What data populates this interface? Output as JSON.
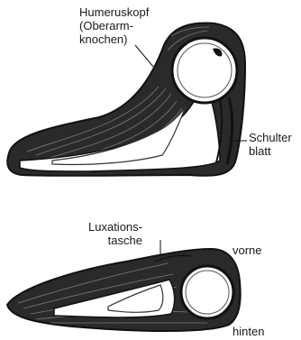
{
  "labels": {
    "humeruskopf": [
      "Humeruskopf",
      "(Oberarm-",
      "knochen)"
    ],
    "schulterblatt": [
      "Schulter",
      "blatt"
    ],
    "luxationstasche": [
      "Luxations-",
      "tasche"
    ],
    "vorne": "vorne",
    "hinten": "hinten"
  }
}
